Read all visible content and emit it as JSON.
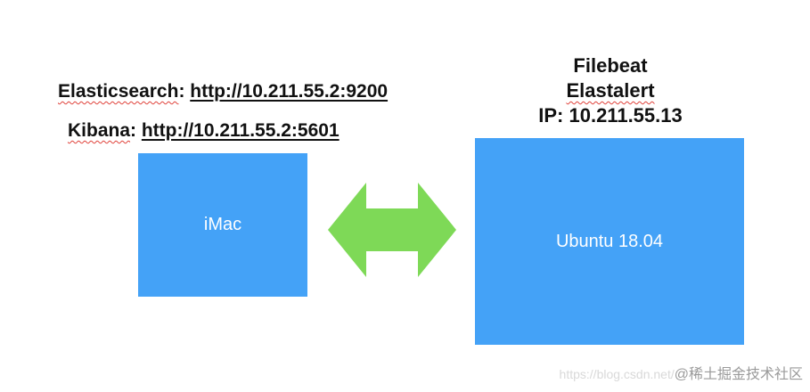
{
  "elasticsearch": {
    "key": "Elasticsearch",
    "sep": ": ",
    "url": "http://10.211.55.2:9200"
  },
  "kibana": {
    "key": "Kibana",
    "sep": ": ",
    "url": "http://10.211.55.2:5601"
  },
  "ubuntu_host": {
    "line1": "Filebeat",
    "line2": "Elastalert",
    "line3": "IP: 10.211.55.13",
    "box_label": "Ubuntu 18.04"
  },
  "imac_host": {
    "box_label": "iMac"
  },
  "watermark": {
    "faint": "https://blog.csdn.net/",
    "text": "@稀土掘金技术社区"
  },
  "colors": {
    "box_fill": "#44a2f7",
    "arrow_fill": "#7ed957",
    "spellcheck_underline": "#e0413a"
  },
  "icons": {
    "connection": "double-headed-arrow-icon"
  }
}
